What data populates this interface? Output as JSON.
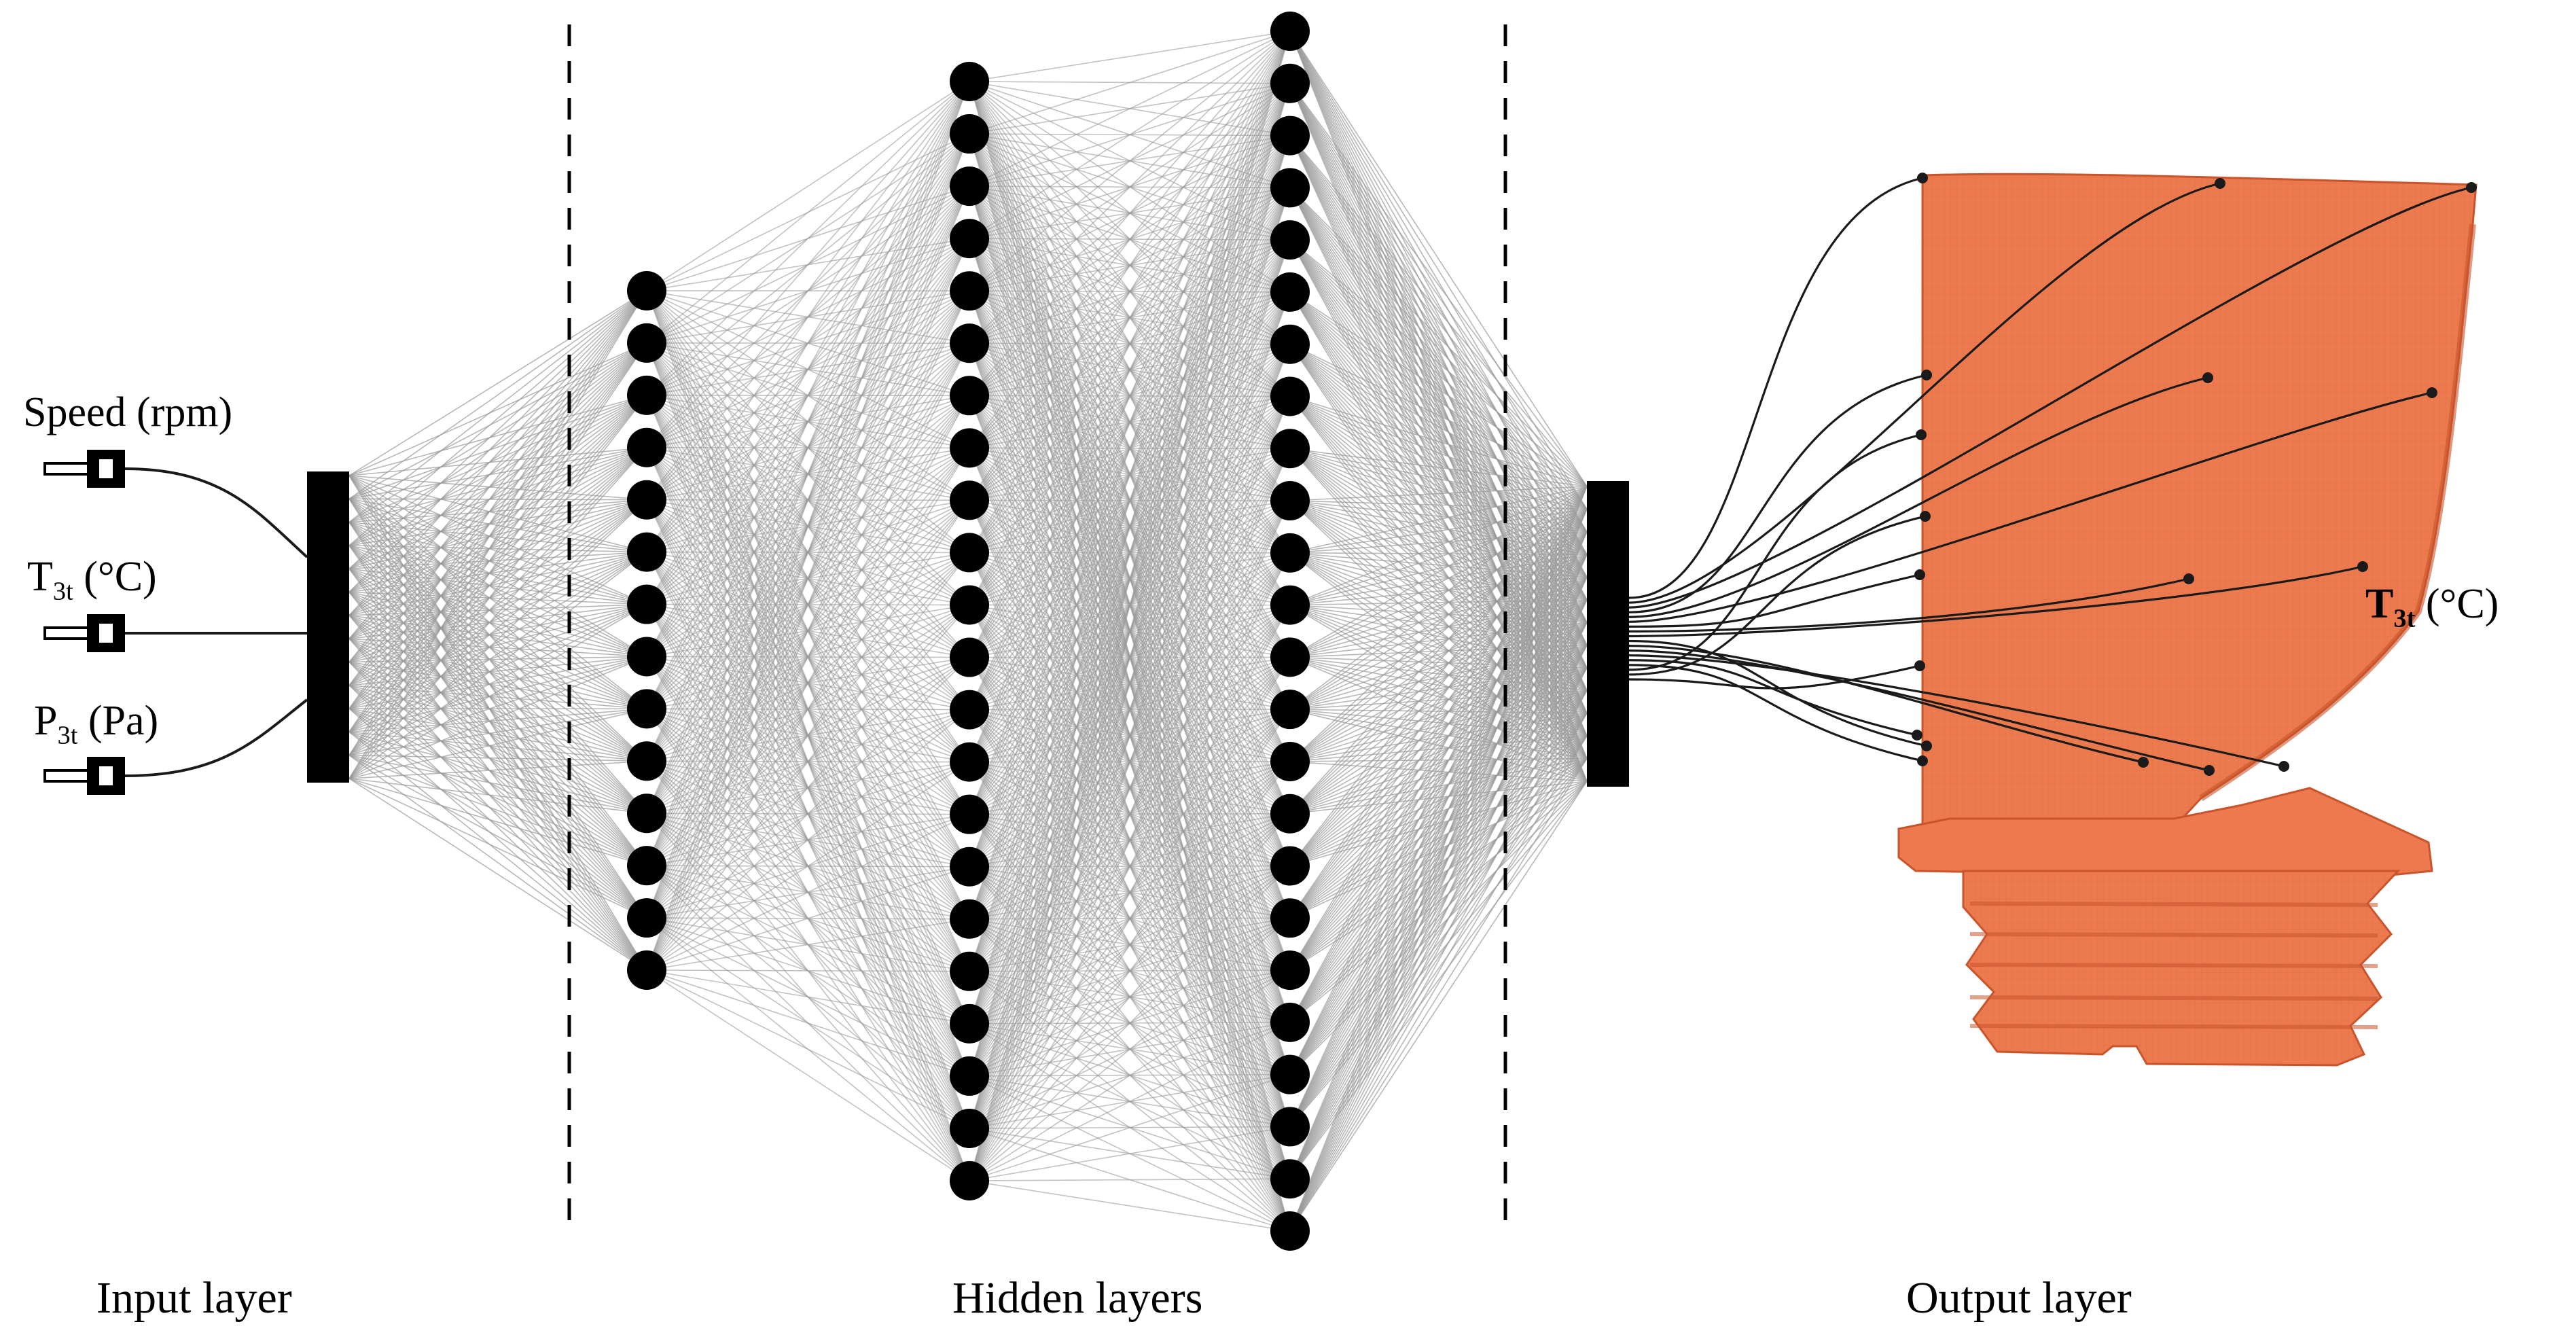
{
  "inputs": [
    {
      "name": "Speed",
      "sub": "",
      "unit": "(rpm)"
    },
    {
      "name": "T",
      "sub": "3t",
      "unit": "(°C)"
    },
    {
      "name": "P",
      "sub": "3t",
      "unit": "(Pa)"
    }
  ],
  "network": {
    "hidden_layer_sizes": [
      14,
      22,
      24
    ],
    "input_count": 3
  },
  "output": {
    "name": "T",
    "sub": "3t",
    "unit": "(°C)",
    "sensor_count": 18
  },
  "layer_labels": {
    "input": "Input layer",
    "hidden": "Hidden layers",
    "output": "Output layer"
  },
  "colors": {
    "blade": "#ec7a4e",
    "blade_mesh": "#cf5f36",
    "blade_dark": "#c9542c",
    "node": "#000000",
    "edge": "#9a9a9a",
    "wire": "#1a1a1a"
  }
}
